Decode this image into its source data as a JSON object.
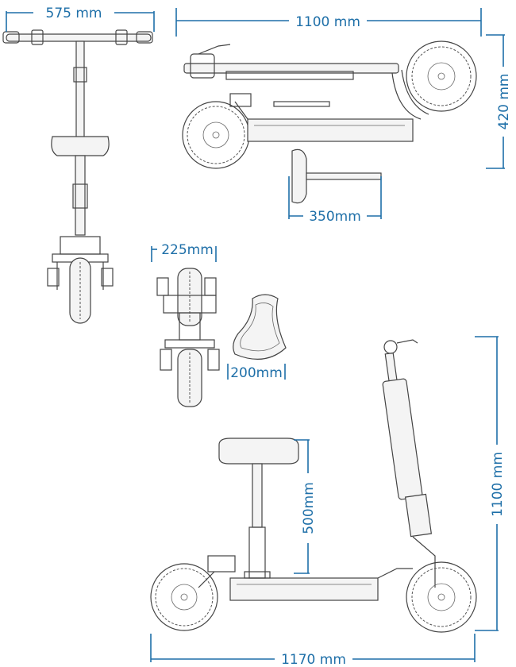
{
  "dimensions": {
    "top_width": "575 mm",
    "side_length": "1100 mm",
    "folded_height": "420 mm",
    "seat_post_depth": "350mm",
    "fork_width": "225mm",
    "seat_width": "200mm",
    "total_height": "1100 mm",
    "seat_post_height": "500mm",
    "total_length": "1170 mm"
  },
  "colors": {
    "dimension": "#1e6fa8",
    "drawing": "#444444"
  }
}
